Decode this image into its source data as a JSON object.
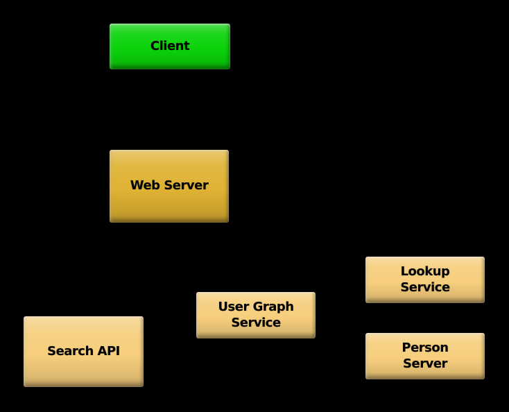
{
  "diagram": {
    "background_color": "#000000",
    "text_color": "#000000",
    "nodes": [
      {
        "id": "client",
        "label": "Client",
        "fill": "#0bd20b"
      },
      {
        "id": "web-server",
        "label": "Web Server",
        "fill": "#dfb233"
      },
      {
        "id": "search-api",
        "label": "Search API",
        "fill": "#f6ce7d"
      },
      {
        "id": "user-graph-service",
        "label": "User Graph\nService",
        "fill": "#f6ce7d"
      },
      {
        "id": "lookup-service",
        "label": "Lookup\nService",
        "fill": "#f6ce7d"
      },
      {
        "id": "person-server",
        "label": "Person\nServer",
        "fill": "#f6ce7d"
      }
    ]
  }
}
